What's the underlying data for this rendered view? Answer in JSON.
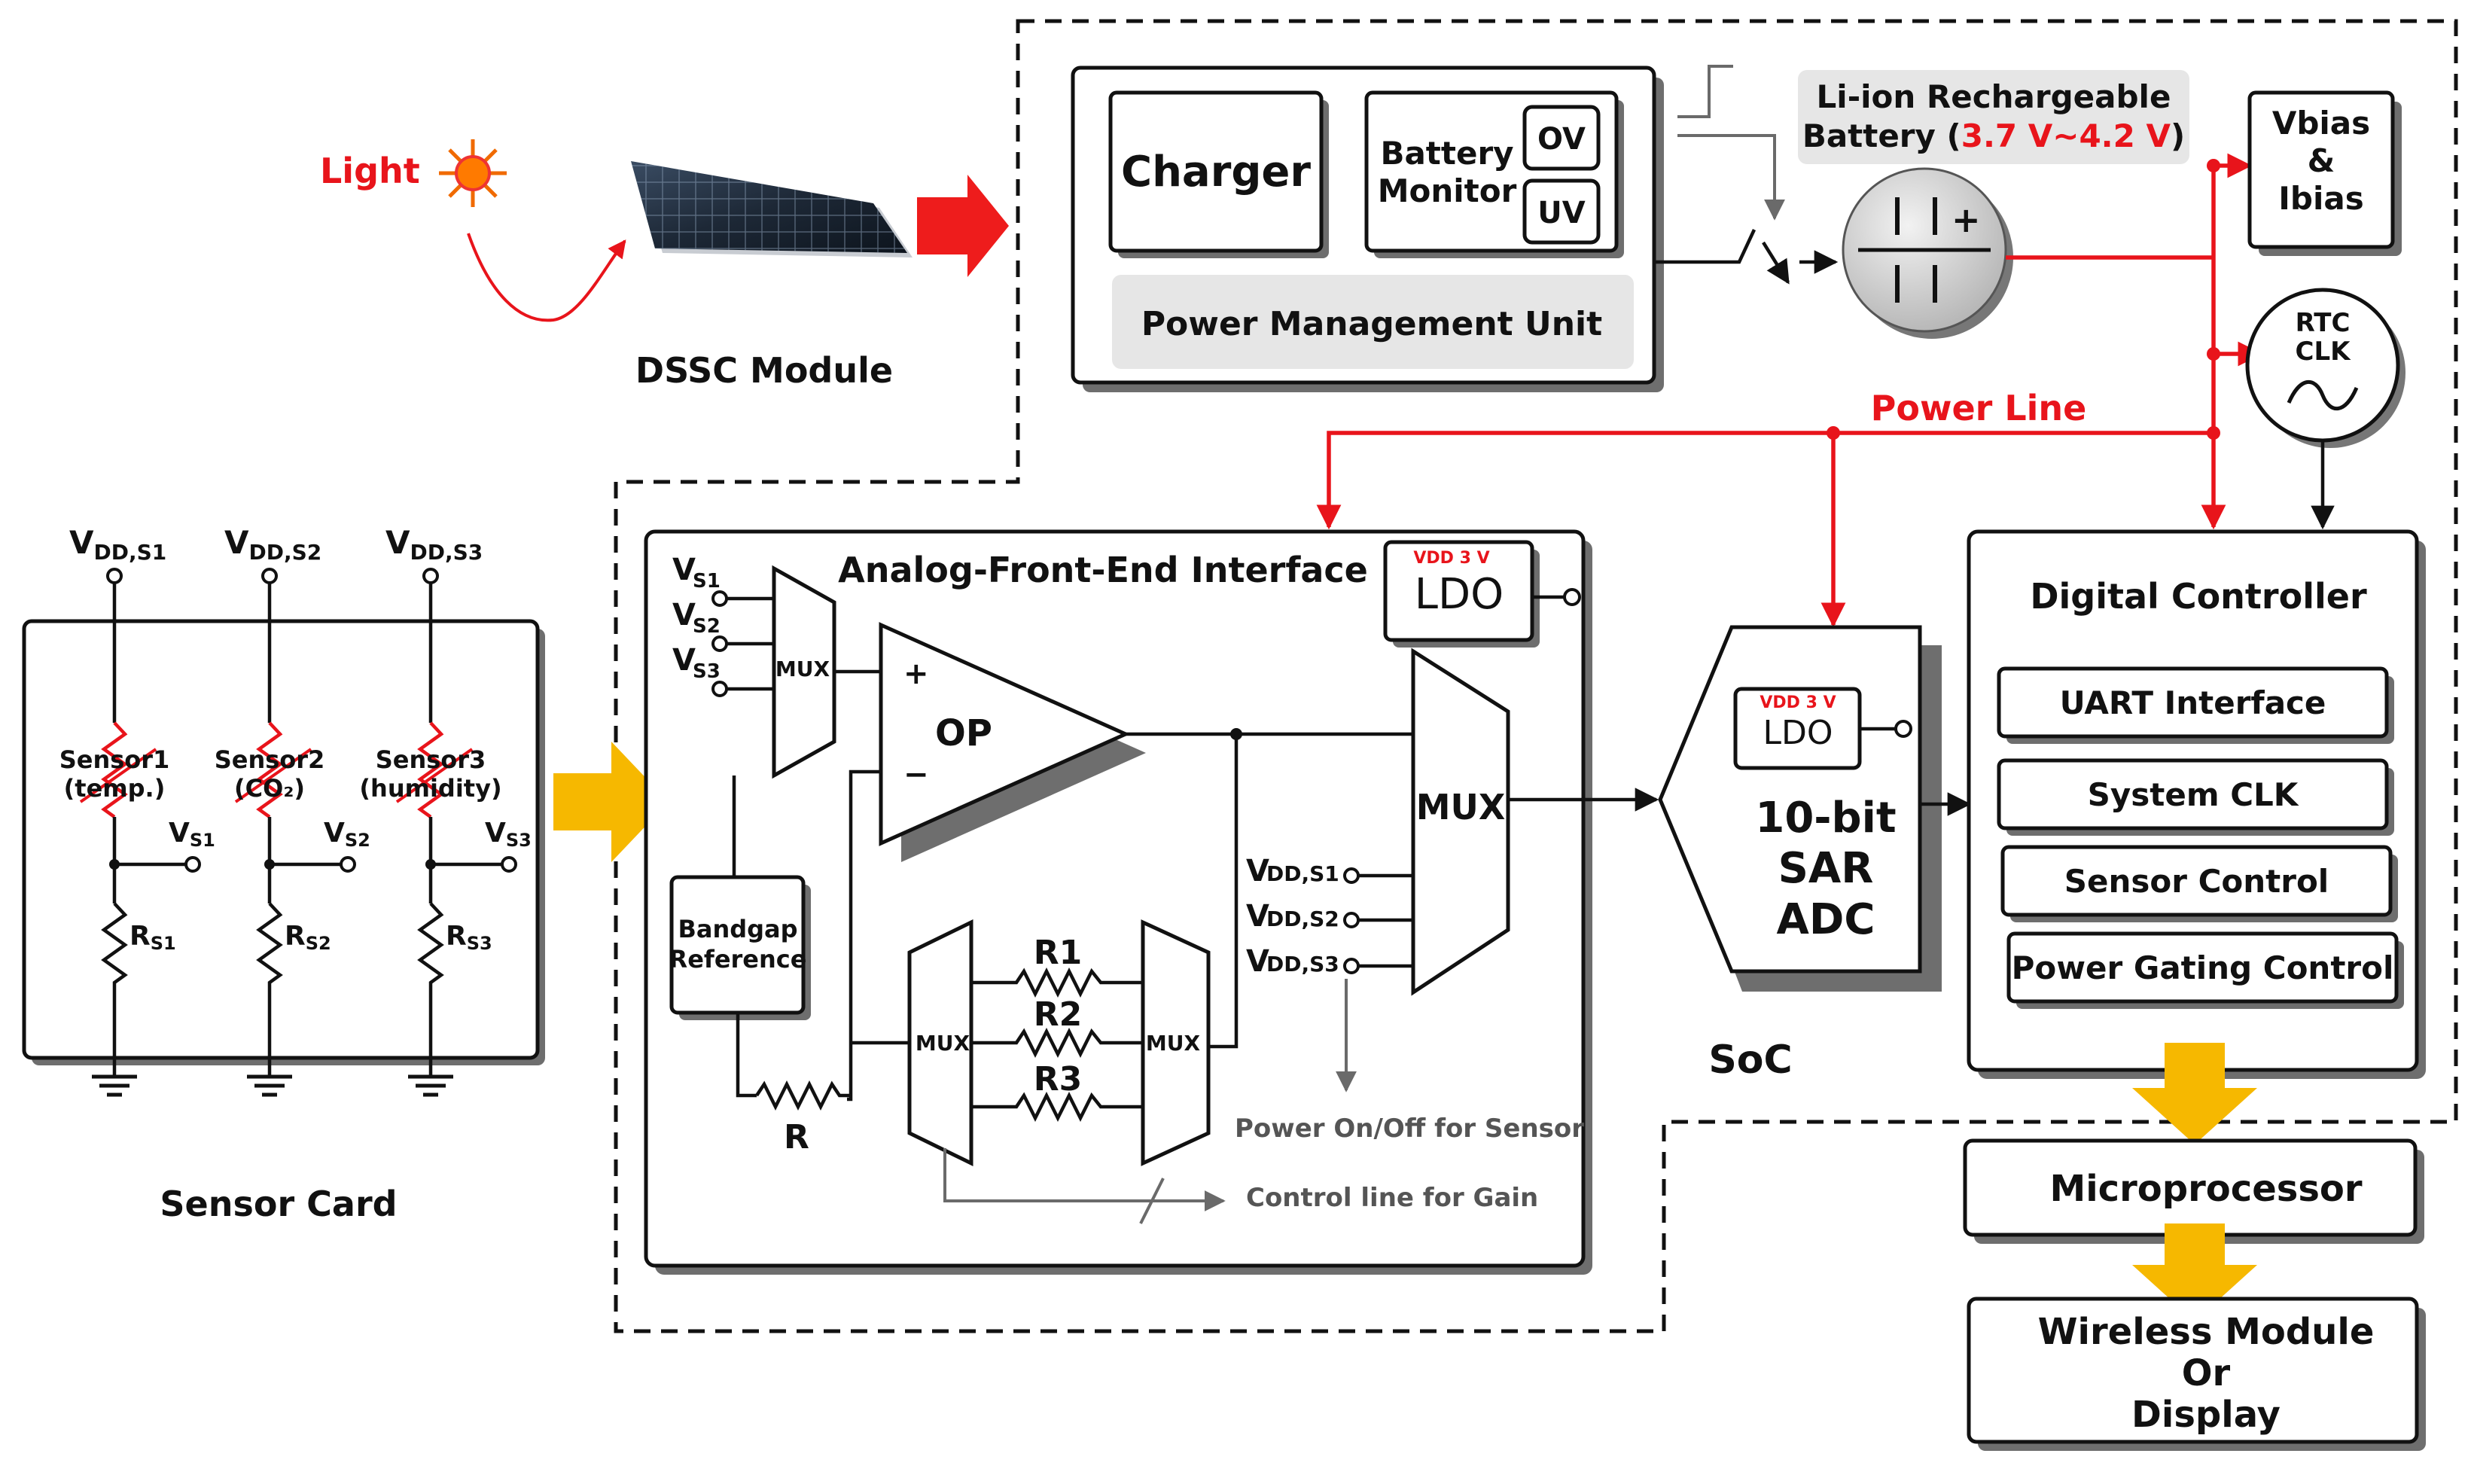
{
  "solar": {
    "light": "Light",
    "module": "DSSC Module"
  },
  "pmu": {
    "charger": "Charger",
    "battery_monitor_1": "Battery",
    "battery_monitor_2": "Monitor",
    "ov": "OV",
    "uv": "UV",
    "title": "Power Management Unit"
  },
  "battery": {
    "line1": "Li-ion Rechargeable",
    "line2_prefix": "Battery (",
    "voltage": "3.7 V~4.2 V",
    "line2_suffix": ")"
  },
  "bias": {
    "l1": "Vbias",
    "l2": "&",
    "l3": "Ibias"
  },
  "rtc": {
    "l1": "RTC",
    "l2": "CLK"
  },
  "power_line": "Power Line",
  "sensor_card": {
    "title": "Sensor Card",
    "vdd": [
      "V",
      "V",
      "V"
    ],
    "vdd_sub": [
      "DD,S1",
      "DD,S2",
      "DD,S3"
    ],
    "sensor1": [
      "Sensor1",
      "(temp.)"
    ],
    "sensor2": [
      "Sensor2",
      "(CO₂)"
    ],
    "sensor3": [
      "Sensor3",
      "(humidity)"
    ],
    "vs_sub": [
      "S1",
      "S2",
      "S3"
    ],
    "rs_sub": [
      "S1",
      "S2",
      "S3"
    ],
    "v": "V",
    "r": "R"
  },
  "afe": {
    "title": "Analog-Front-End Interface",
    "vs": [
      "V",
      "V",
      "V"
    ],
    "vs_sub": [
      "S1",
      "S2",
      "S3"
    ],
    "mux": "MUX",
    "op": "OP",
    "plus": "+",
    "minus": "−",
    "bandgap_1": "Bandgap",
    "bandgap_2": "Reference",
    "r": "R",
    "r1": "R1",
    "r2": "R2",
    "r3": "R3",
    "ldo": "LDO",
    "ldo_vdd": "VDD  3 V",
    "vdd": [
      "V",
      "V",
      "V"
    ],
    "vdd_sub": [
      "DD,S1",
      "DD,S2",
      "DD,S3"
    ],
    "power_onoff": "Power On/Off for Sensor",
    "gain": "Control line for Gain"
  },
  "adc": {
    "ldo": "LDO",
    "ldo_vdd": "VDD  3 V",
    "l1": "10-bit",
    "l2": "SAR",
    "l3": "ADC"
  },
  "soc": "SoC",
  "digital": {
    "title": "Digital Controller",
    "items": [
      "UART Interface",
      "System CLK",
      "Sensor Control",
      "Power Gating Control"
    ]
  },
  "micro": "Microprocessor",
  "wireless": {
    "l1": "Wireless Module",
    "l2": "Or",
    "l3": "Display"
  },
  "colors": {
    "power": "#e8141b",
    "arrow_yellow": "#f6b800",
    "arrow_red": "#ee1c1c",
    "panel_gray": "#e6e6e6"
  }
}
